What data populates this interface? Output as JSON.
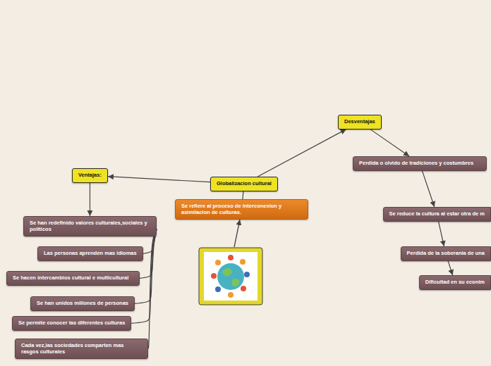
{
  "diagram": {
    "nodes": [
      {
        "text": [
          "Globalizacion cultural"
        ]
      },
      {
        "text": [
          "Se refiere al proceso de interconexion y asimilacion de culturas."
        ]
      },
      {
        "text": [
          "Ventajas:"
        ]
      },
      {
        "text": [
          "Desventajas"
        ]
      },
      {
        "text": [
          "Se han redefinido valores culturales,sociales y politicos"
        ]
      },
      {
        "text": [
          "Las personas aprenden mas idiomas"
        ]
      },
      {
        "text": [
          "Se hacen intercambios cultural e multicultural"
        ]
      },
      {
        "text": [
          "Se han unidos millones de personas"
        ]
      },
      {
        "text": [
          "Se permite conocer las diferentes culturas"
        ]
      },
      {
        "text": [
          "Cada vez,las sociedades comparten mas rasgos culturales"
        ]
      },
      {
        "text": [
          "Perdida o olvido de tradiciones y costumbres"
        ]
      },
      {
        "text": [
          "Se reduce la cultura al estar otra de m"
        ]
      },
      {
        "text": [
          "Perdida de la soberania de una"
        ]
      },
      {
        "text": [
          "Dificultad en su econim"
        ]
      }
    ],
    "edges": [
      {
        "from": 0,
        "to": 1,
        "arrow": "none"
      },
      {
        "from": 0,
        "to": 2,
        "arrow": "to"
      },
      {
        "from": 0,
        "to": 3,
        "arrow": "to"
      },
      {
        "from": 2,
        "to": 4,
        "arrow": "to"
      },
      {
        "from": 4,
        "to": 5,
        "arrow": "none"
      },
      {
        "from": 4,
        "to": 6,
        "arrow": "none"
      },
      {
        "from": 4,
        "to": 7,
        "arrow": "none"
      },
      {
        "from": 4,
        "to": 8,
        "arrow": "none"
      },
      {
        "from": 4,
        "to": 9,
        "arrow": "none"
      },
      {
        "from": 3,
        "to": 10,
        "arrow": "to"
      },
      {
        "from": 10,
        "to": 11,
        "arrow": "to"
      },
      {
        "from": 11,
        "to": 12,
        "arrow": "to"
      },
      {
        "from": 12,
        "to": 13,
        "arrow": "to"
      }
    ]
  }
}
